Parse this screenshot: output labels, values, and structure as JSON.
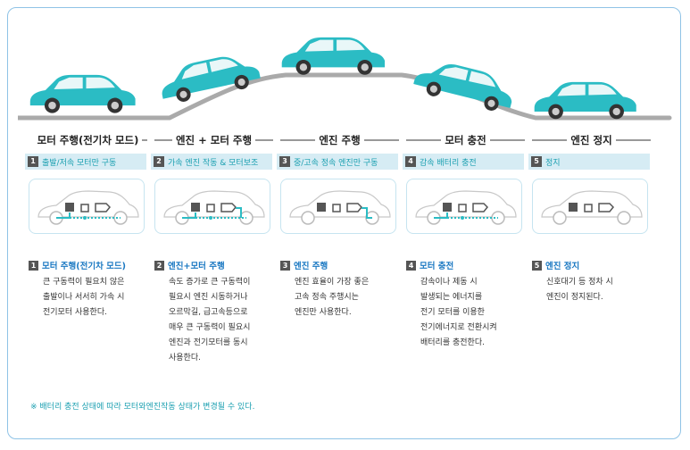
{
  "stages": [
    {
      "title": "모터 주행(전기차 모드)",
      "mode_num": "1",
      "mode_label": "출발/저속 모터만 구동",
      "desc_title": "모터 주행(전기차 모드)",
      "desc_body": "큰 구동력이 필요치 않은\n출발이나 서서히 가속 시\n전기모터 사용한다."
    },
    {
      "title": "엔진 + 모터 주행",
      "mode_num": "2",
      "mode_label": "가속 엔진 작동 & 모터보조",
      "desc_title": "엔진+모터 주행",
      "desc_body": "속도 증가로 큰 구동력이\n필요시 엔진 시동하거나\n오르막길, 급고속등으로\n매우 큰 구동력이 필요시\n엔진과 전기모터를 동시\n사용한다."
    },
    {
      "title": "엔진 주행",
      "mode_num": "3",
      "mode_label": "중/고속 정속 엔진만 구동",
      "desc_title": "엔진 주행",
      "desc_body": "엔진 효율이 가장 좋은\n고속 정속 주행시는\n엔진만 사용한다."
    },
    {
      "title": "모터 충전",
      "mode_num": "4",
      "mode_label": "감속 배터리 충전",
      "desc_title": "모터 충전",
      "desc_body": "감속이나 제동 시\n발생되는 에너지를\n전기 모터를 이용한\n전기에너지로 전환시켜\n배터리를 충전한다."
    },
    {
      "title": "엔진 정지",
      "mode_num": "5",
      "mode_label": "정지",
      "desc_title": "엔진 정지",
      "desc_body": "신호대기 등 정차 시\n엔진이 정지된다."
    }
  ],
  "footnote": "※ 배터리 충전 상태에 따라 모터와엔진작동 상태가 변경될 수 있다.",
  "colors": {
    "car": "#2bbcc4",
    "road": "#aaaaaa",
    "accent": "#1a9fb0",
    "title_blue": "#1a78c2"
  }
}
